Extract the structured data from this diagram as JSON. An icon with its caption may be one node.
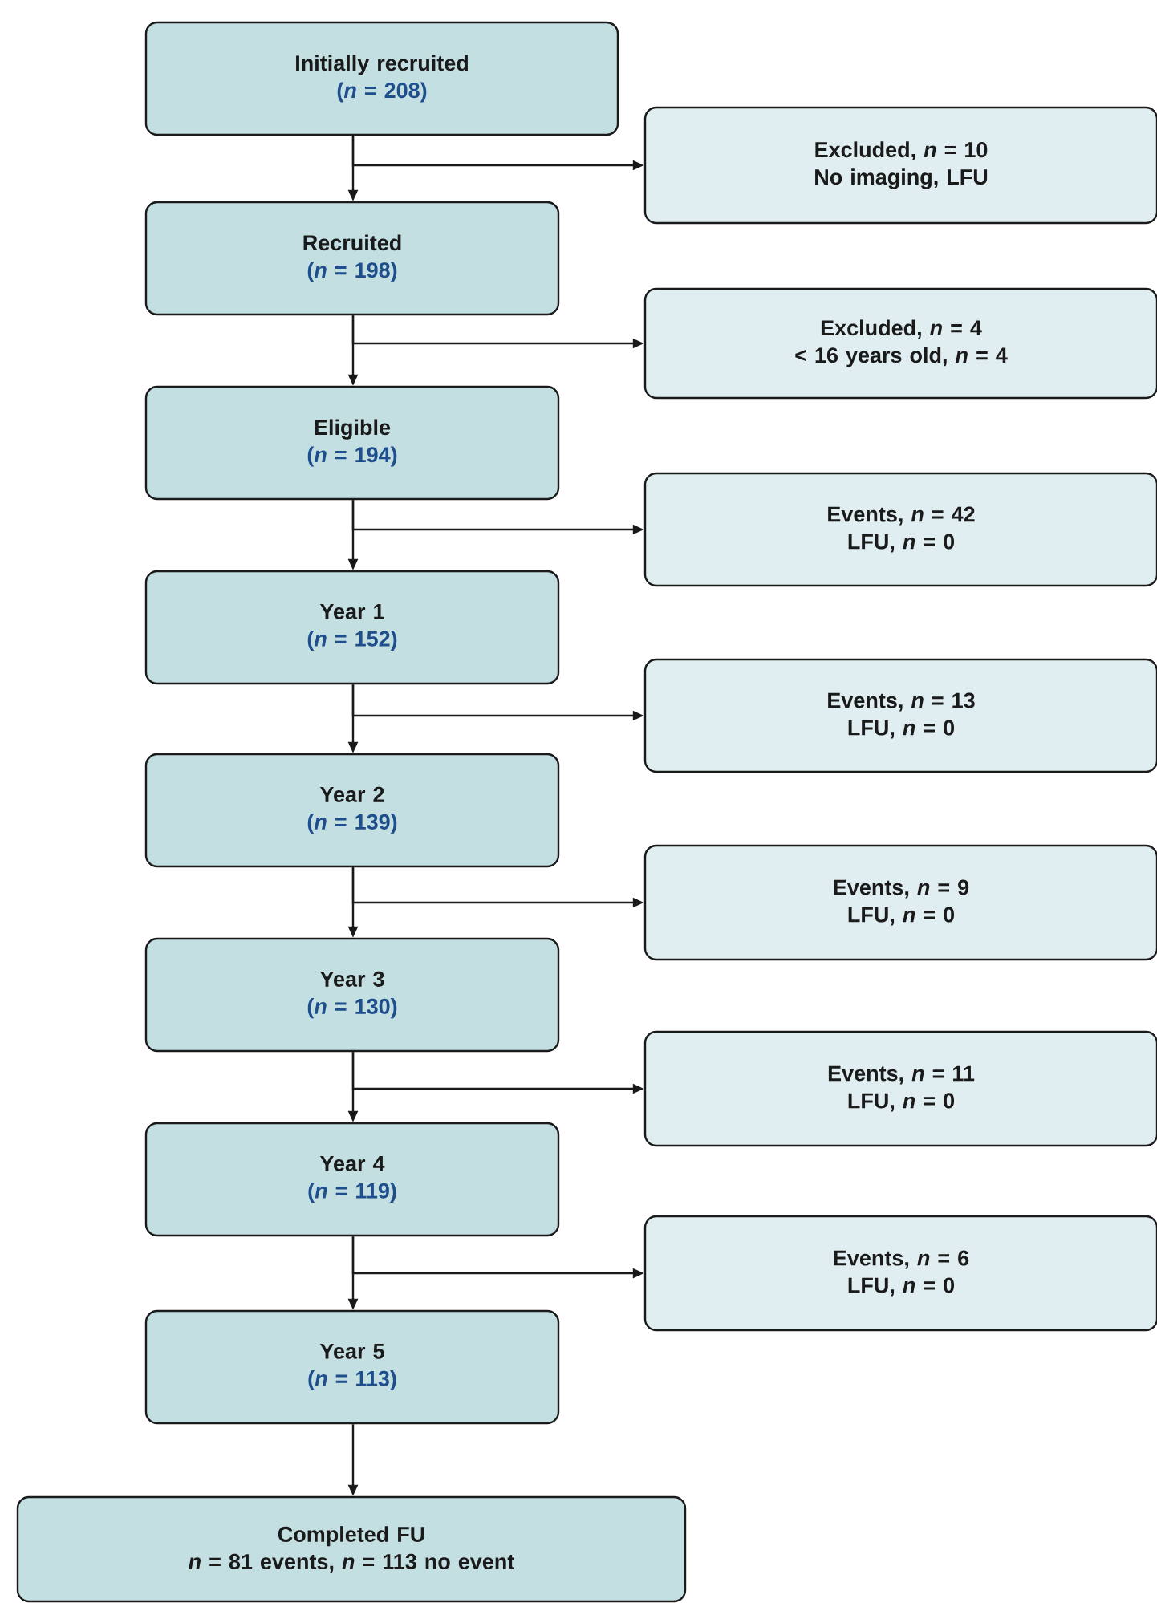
{
  "diagram": {
    "nodes": [
      {
        "text": [
          "Initially recruited",
          "(*n* = 208)"
        ]
      },
      {
        "text": [
          "Excluded, *n* = 10",
          "No imaging, LFU"
        ]
      },
      {
        "text": [
          "Recruited",
          "(*n* = 198)"
        ]
      },
      {
        "text": [
          "Excluded, *n* = 4",
          "< 16 years old, *n* = 4"
        ]
      },
      {
        "text": [
          "Eligible",
          "(*n* = 194)"
        ]
      },
      {
        "text": [
          "Events, *n* = 42",
          "LFU, *n* = 0"
        ]
      },
      {
        "text": [
          "Year 1",
          "(*n* = 152)"
        ]
      },
      {
        "text": [
          "Events, *n* = 13",
          "LFU, *n* = 0"
        ]
      },
      {
        "text": [
          "Year 2",
          "(*n* = 139)"
        ]
      },
      {
        "text": [
          "Events, *n* = 9",
          "LFU, *n* = 0"
        ]
      },
      {
        "text": [
          "Year 3",
          "(*n* = 130)"
        ]
      },
      {
        "text": [
          "Events, *n* = 11",
          "LFU, *n* = 0"
        ]
      },
      {
        "text": [
          "Year 4",
          "(*n* = 119)"
        ]
      },
      {
        "text": [
          "Events, *n* = 6",
          "LFU, *n* = 0"
        ]
      },
      {
        "text": [
          "Year 5",
          "(*n* = 113)"
        ]
      },
      {
        "text": [
          "Completed FU",
          "*n* = 81 events, *n* = 113 no event"
        ]
      }
    ],
    "edges": [
      {
        "from": 0,
        "to": 2,
        "arrow": "to"
      },
      {
        "from": 0,
        "to": 1,
        "arrow": "to"
      },
      {
        "from": 2,
        "to": 4,
        "arrow": "to"
      },
      {
        "from": 2,
        "to": 3,
        "arrow": "to"
      },
      {
        "from": 4,
        "to": 6,
        "arrow": "to"
      },
      {
        "from": 4,
        "to": 5,
        "arrow": "to"
      },
      {
        "from": 6,
        "to": 8,
        "arrow": "to"
      },
      {
        "from": 6,
        "to": 7,
        "arrow": "to"
      },
      {
        "from": 8,
        "to": 10,
        "arrow": "to"
      },
      {
        "from": 8,
        "to": 9,
        "arrow": "to"
      },
      {
        "from": 10,
        "to": 12,
        "arrow": "to"
      },
      {
        "from": 10,
        "to": 11,
        "arrow": "to"
      },
      {
        "from": 12,
        "to": 14,
        "arrow": "to"
      },
      {
        "from": 12,
        "to": 13,
        "arrow": "to"
      },
      {
        "from": 14,
        "to": 15,
        "arrow": "to"
      }
    ]
  }
}
